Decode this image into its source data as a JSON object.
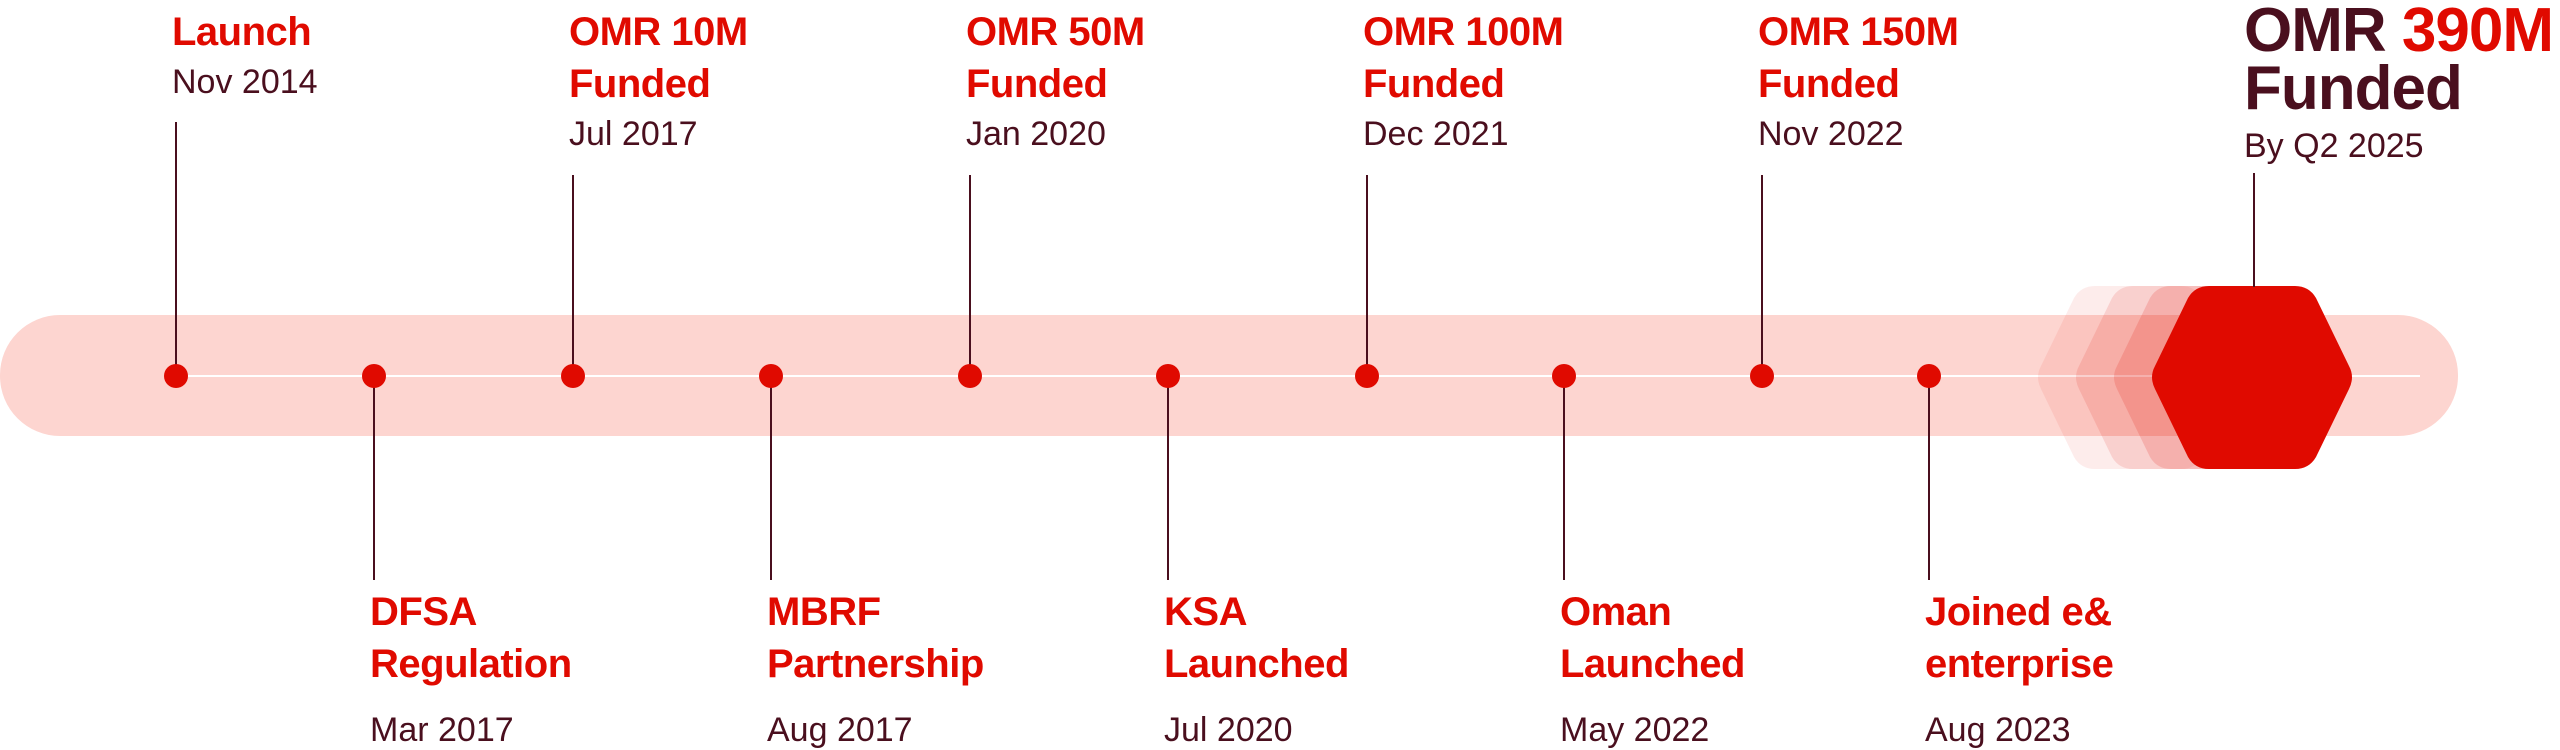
{
  "milestones": [
    {
      "title_lines": [
        "Launch"
      ],
      "date": "Nov 2014",
      "side": "top"
    },
    {
      "title_lines": [
        "DFSA",
        "Regulation"
      ],
      "date": "Mar 2017",
      "side": "bottom"
    },
    {
      "title_lines": [
        "OMR 10M",
        "Funded"
      ],
      "date": "Jul 2017",
      "side": "top"
    },
    {
      "title_lines": [
        "MBRF",
        "Partnership"
      ],
      "date": "Aug 2017",
      "side": "bottom"
    },
    {
      "title_lines": [
        "OMR 50M",
        "Funded"
      ],
      "date": "Jan 2020",
      "side": "top"
    },
    {
      "title_lines": [
        "KSA",
        "Launched"
      ],
      "date": "Jul 2020",
      "side": "bottom"
    },
    {
      "title_lines": [
        "OMR 100M",
        "Funded"
      ],
      "date": "Dec 2021",
      "side": "top"
    },
    {
      "title_lines": [
        "Oman",
        "Launched"
      ],
      "date": "May 2022",
      "side": "bottom"
    },
    {
      "title_lines": [
        "OMR 150M",
        "Funded"
      ],
      "date": "Nov 2022",
      "side": "top"
    },
    {
      "title_lines": [
        "Joined e&",
        "enterprise"
      ],
      "date": "Aug 2023",
      "side": "bottom"
    }
  ],
  "final": {
    "prefix": "OMR",
    "amount": "390M",
    "line2": "Funded",
    "date": "By Q2 2025"
  },
  "colors": {
    "red": "#e00a00",
    "dark": "#4a0f1e",
    "track": "#fdd5d0"
  }
}
